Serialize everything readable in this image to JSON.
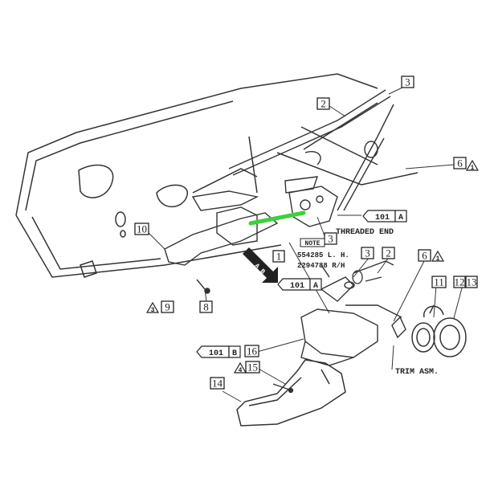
{
  "callouts": {
    "c1": "1",
    "c2a": "2",
    "c2b": "2",
    "c3a": "3",
    "c3b": "3",
    "c3c": "3",
    "c6a": "6",
    "c6b": "6",
    "c8": "8",
    "c9": "9",
    "c10": "10",
    "c11": "11",
    "c12": "12",
    "c13": "13",
    "c14": "14",
    "c15": "15",
    "c16": "16",
    "tri1": "1",
    "tri2": "1",
    "tri3": "3",
    "tri4": "4"
  },
  "refs": {
    "r1_num": "101",
    "r1_letter": "A",
    "r2_num": "101",
    "r2_letter": "A",
    "r3_num": "101",
    "r3_letter": "B"
  },
  "notes": {
    "threaded_end": "THREADED END",
    "note_label": "NOTE",
    "part_lh": "554285 L. H.",
    "part_rh": "2294788 R/H",
    "trim_asm": "TRIM ASM.",
    "ab_label": "A B"
  },
  "colors": {
    "highlight": "#3ad23a",
    "ink": "#222222"
  }
}
